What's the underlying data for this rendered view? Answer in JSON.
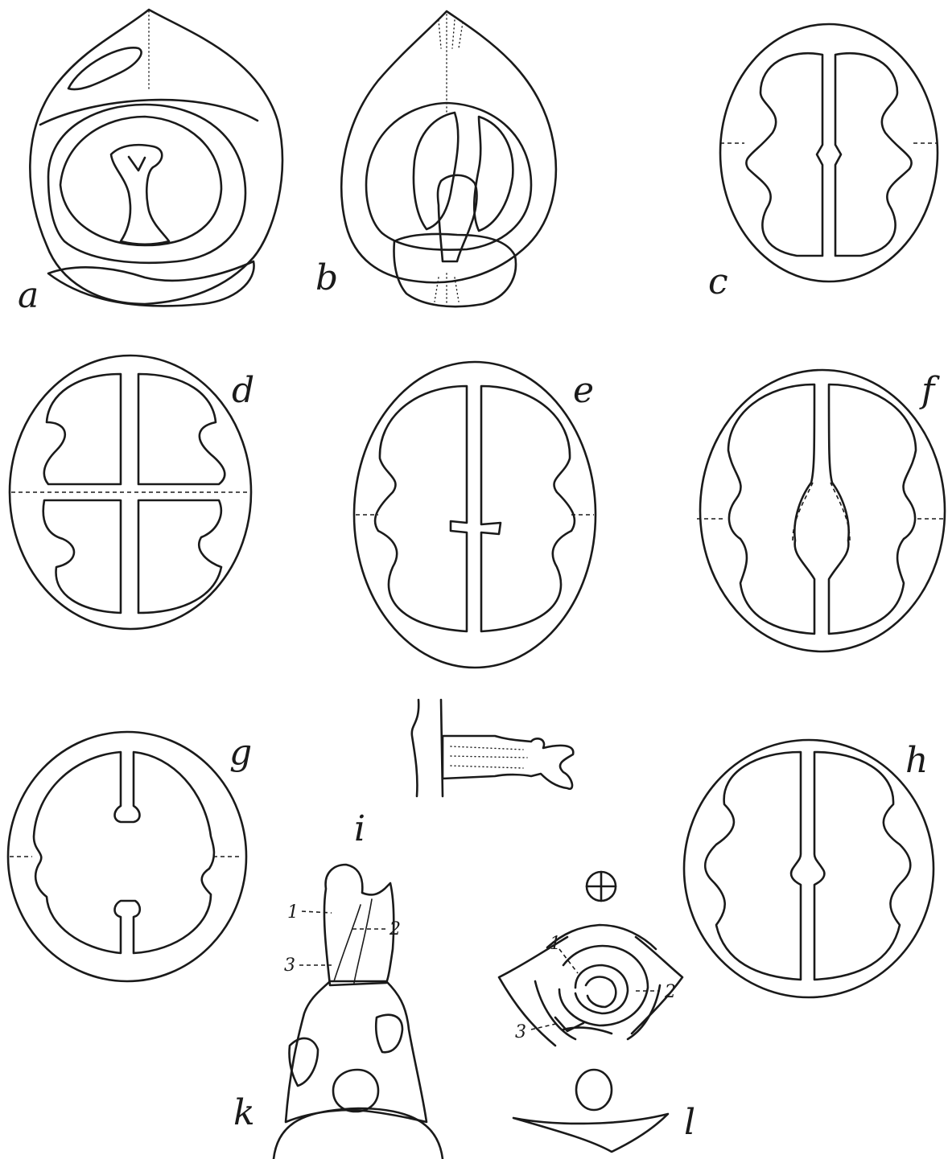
{
  "figure_labels": {
    "a": "a",
    "b": "b",
    "c": "c",
    "d": "d",
    "e": "e",
    "f": "f",
    "g": "g",
    "h": "h",
    "i": "i",
    "k": "k",
    "l": "l"
  },
  "part_labels": {
    "k": [
      "1",
      "2",
      "3"
    ],
    "l": [
      "1",
      "2",
      "3"
    ]
  },
  "colors": {
    "ink": "#1a1a1a",
    "paper": "#ffffff"
  }
}
